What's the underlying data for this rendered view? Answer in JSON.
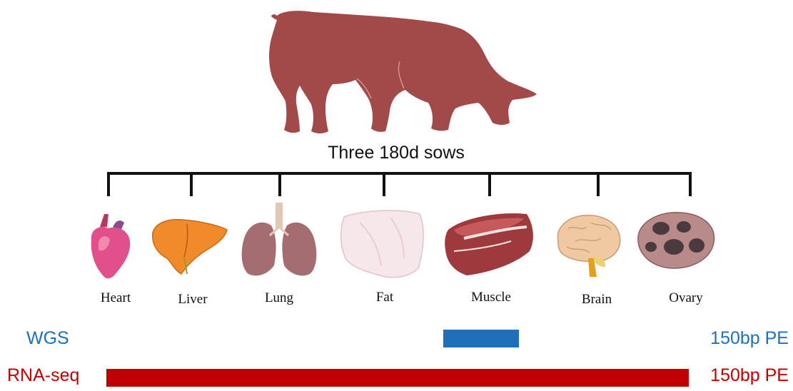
{
  "title": "Three 180d sows",
  "colors": {
    "pig": "#a24a4a",
    "wgs": "#1f70b8",
    "rna": "#c00000",
    "bracket": "#111111"
  },
  "organs": [
    {
      "label": "Heart",
      "icon": "heart-icon"
    },
    {
      "label": "Liver",
      "icon": "liver-icon"
    },
    {
      "label": "Lung",
      "icon": "lung-icon"
    },
    {
      "label": "Fat",
      "icon": "fat-icon"
    },
    {
      "label": "Muscle",
      "icon": "muscle-icon"
    },
    {
      "label": "Brain",
      "icon": "brain-icon"
    },
    {
      "label": "Ovary",
      "icon": "ovary-icon"
    }
  ],
  "rows": {
    "wgs": {
      "label": "WGS",
      "right_label": "150bp PE",
      "tissues": [
        "Muscle"
      ]
    },
    "rna": {
      "label": "RNA-seq",
      "right_label": "150bp PE",
      "tissues": [
        "Heart",
        "Liver",
        "Lung",
        "Fat",
        "Muscle",
        "Brain",
        "Ovary"
      ]
    }
  }
}
